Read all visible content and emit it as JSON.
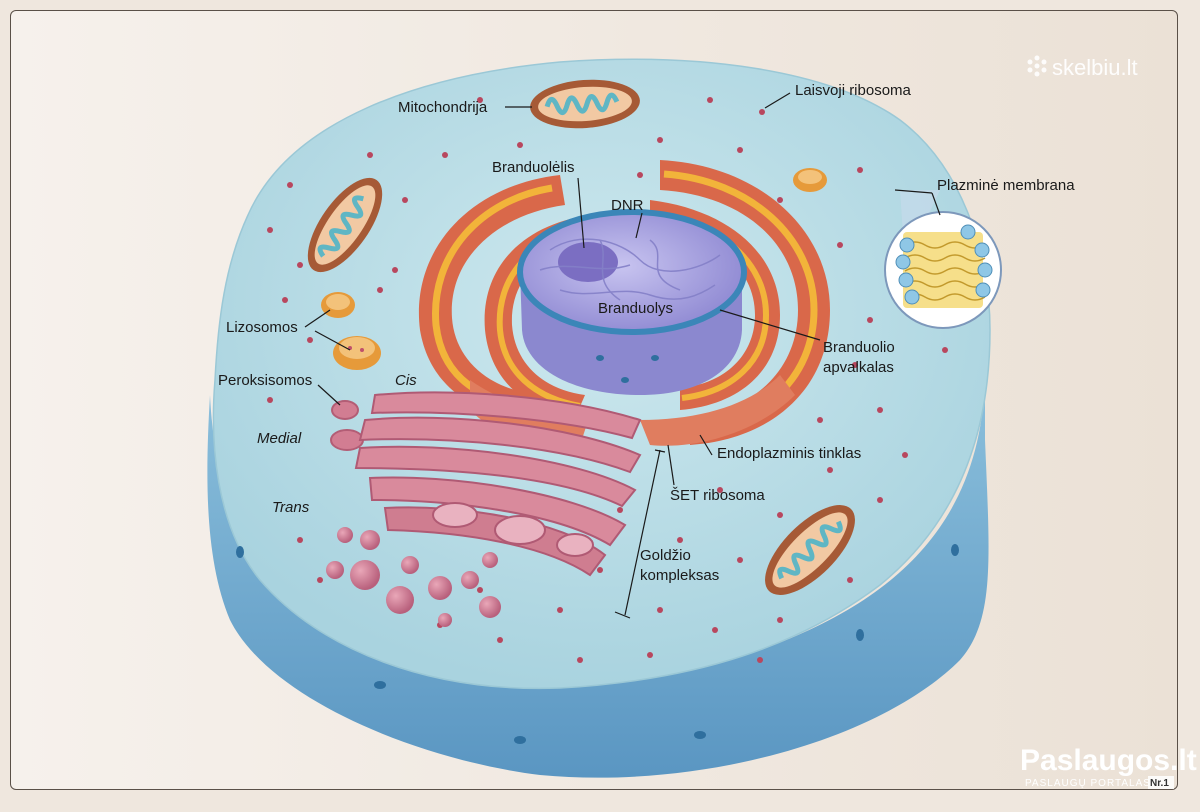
{
  "diagram": {
    "labels": {
      "mitochondrion": "Mitochondrija",
      "free_ribosome": "Laisvoji ribosoma",
      "nucleolus": "Branduolėlis",
      "dna": "DNR",
      "plasma_membrane": "Plazminė membrana",
      "lysosomes": "Lizosomos",
      "nucleus": "Branduolys",
      "nuclear_envelope_line1": "Branduolio",
      "nuclear_envelope_line2": "apvalkalas",
      "peroxisomes": "Peroksisomos",
      "cis": "Cis",
      "medial": "Medial",
      "trans": "Trans",
      "endoplasmic_reticulum": "Endoplazminis tinklas",
      "er_ribosome": "ŠET ribosoma",
      "golgi_line1": "Goldžio",
      "golgi_line2": "kompleksas"
    }
  },
  "watermarks": {
    "top": "skelbiu.lt",
    "bottom": "Paslaugos.lt",
    "bottom_sub": "PASLAUGŲ PORTALAS",
    "bottom_badge": "Nr.1"
  },
  "colors": {
    "cytoplasm": "#b9dde6",
    "cell_side": "#6fa9cf",
    "ribosome": "#b8475e",
    "er_outer": "#d9684a",
    "er_inner": "#f2b43a",
    "nucleus": "#a9a4e0",
    "golgi": "#d98a9c",
    "mitochondrion": "#a65a36"
  }
}
